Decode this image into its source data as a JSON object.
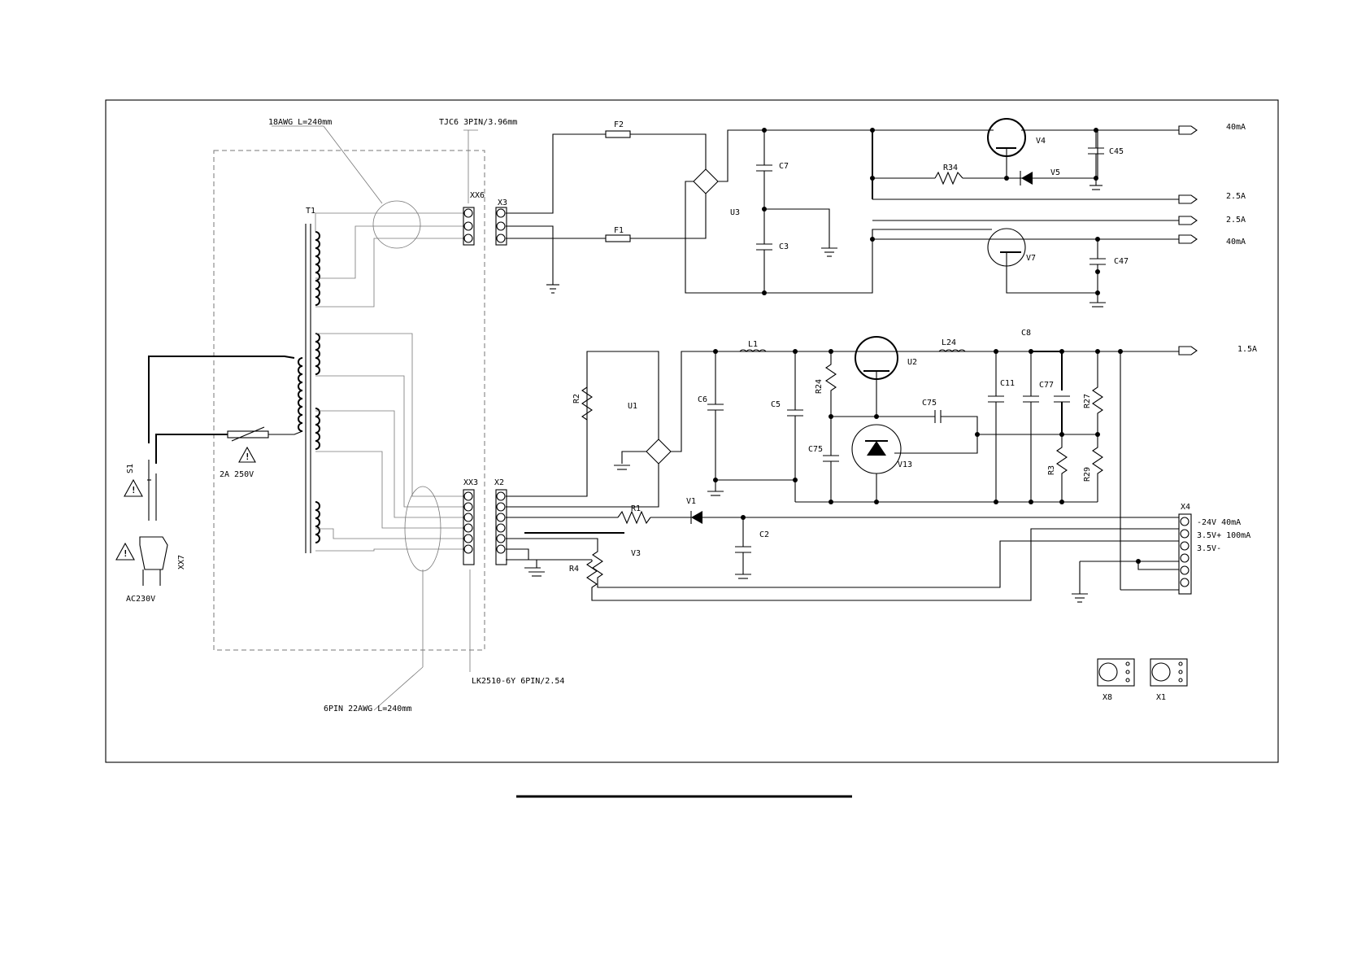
{
  "labels": {
    "cable_18awg": "18AWG L=240mm",
    "tjc6": "TJC6 3PIN/3.96mm",
    "lk2510": "LK2510-6Y 6PIN/2.54",
    "cable_6pin": "6PIN 22AWG L=240mm",
    "fuse_rating": "2A 250V",
    "mains": "AC230V"
  },
  "refs": {
    "T1": "T1",
    "S1": "S1",
    "XX7": "XX7",
    "XX6": "XX6",
    "XX3": "XX3",
    "X3": "X3",
    "X2": "X2",
    "X4": "X4",
    "X8": "X8",
    "X1": "X1",
    "F1": "F1",
    "F2": "F2",
    "U1": "U1",
    "U2": "U2",
    "U3": "U3",
    "C2": "C2",
    "C3": "C3",
    "C5": "C5",
    "C6": "C6",
    "C7": "C7",
    "C8": "C8",
    "C11": "C11",
    "C45": "C45",
    "C47": "C47",
    "C75a": "C75",
    "C75b": "C75",
    "C77": "C77",
    "R1": "R1",
    "R2": "R2",
    "R3": "R3",
    "R4": "R4",
    "R24": "R24",
    "R27": "R27",
    "R29": "R29",
    "R34": "R34",
    "L1": "L1",
    "L24": "L24",
    "V1": "V1",
    "V3": "V3",
    "V4": "V4",
    "V5": "V5",
    "V7": "V7",
    "V13": "V13"
  },
  "outputs": {
    "o1": "40mA",
    "o2": "2.5A",
    "o3": "2.5A",
    "o4": "40mA",
    "o5": "1.5A"
  },
  "x4_pins": {
    "p1": "-24V 40mA",
    "p2": "3.5V+ 100mA",
    "p3": "3.5V-"
  }
}
